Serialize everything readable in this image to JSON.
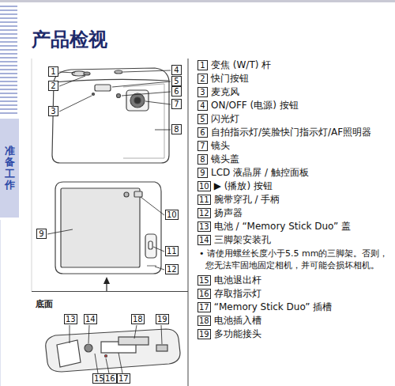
{
  "diagram": {
    "title": "产品检视",
    "nodes": [
      {
        "text": [
          "准备工作"
        ]
      },
      {
        "text": [
          "底面"
        ]
      }
    ],
    "labels": [
      "1",
      "2",
      "3",
      "4",
      "5",
      "6",
      "7",
      "8",
      "9",
      "10",
      "11",
      "12",
      "13",
      "14",
      "18",
      "19",
      "15",
      "16",
      "17",
      "1",
      "变焦 (W/T) 杆",
      "2",
      "快门按钮",
      "3",
      "麦克风",
      "4",
      "ON/OFF (电源) 按钮",
      "5",
      "闪光灯",
      "6",
      "自拍指示灯/笑脸快门指示灯/AF照明器",
      "7",
      "镜头",
      "8",
      "镜头盖",
      "9",
      "LCD 液晶屏 / 触控面板",
      "10",
      "▶ (播放) 按钮",
      "11",
      "腕带穿孔 / 手柄",
      "12",
      "扬声器",
      "13",
      "电池 / “Memory Stick Duo” 盖",
      "14",
      "三脚架安装孔",
      "• 请使用螺丝长度小于5.5 mm的三脚架。否则，您无法牢固地固定相机，并可能会损坏相机。",
      "15",
      "电池退出杆",
      "16",
      "存取指示灯",
      "17",
      "“Memory Stick Duo” 插槽",
      "18",
      "电池插入槽",
      "19",
      "多功能接头"
    ]
  }
}
